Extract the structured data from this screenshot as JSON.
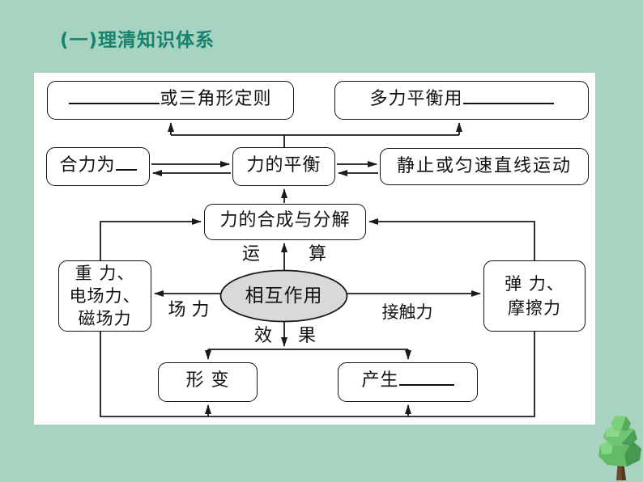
{
  "page": {
    "title": "(一)理清知识体系",
    "colors": {
      "background": "#a6d4c1",
      "title": "#17826d",
      "panel": "#ffffff",
      "line": "#1a1a1a",
      "ellipse_fill": "#d9d9d9"
    }
  },
  "diagram": {
    "boxes": {
      "rule": {
        "has_blank_before": true,
        "label": "或三角形定则"
      },
      "multi_force": {
        "label": "多力平衡用",
        "has_blank_after": true
      },
      "net_force": {
        "label": "合力为",
        "has_blank_after": true
      },
      "balance": {
        "label": "力的平衡"
      },
      "rest": {
        "label": "静止或匀速直线运动"
      },
      "compose": {
        "label": "力的合成与分解"
      },
      "deform": {
        "label": "形 变"
      },
      "produce": {
        "label": "产生",
        "has_blank_after": true
      },
      "field_forces": {
        "lines": [
          "重 力、",
          "电场力、",
          "磁场力"
        ]
      },
      "contact_forces": {
        "lines": [
          "弹 力、",
          "摩擦力"
        ]
      }
    },
    "center": {
      "label": "相互作用"
    },
    "edge_labels": {
      "operation_left": "运",
      "operation_right": "算",
      "effect_left": "效",
      "effect_right": "果",
      "field_force": "场 力",
      "contact_force": "接触力"
    }
  },
  "decor": {
    "tree_icon": "low-poly-tree"
  }
}
